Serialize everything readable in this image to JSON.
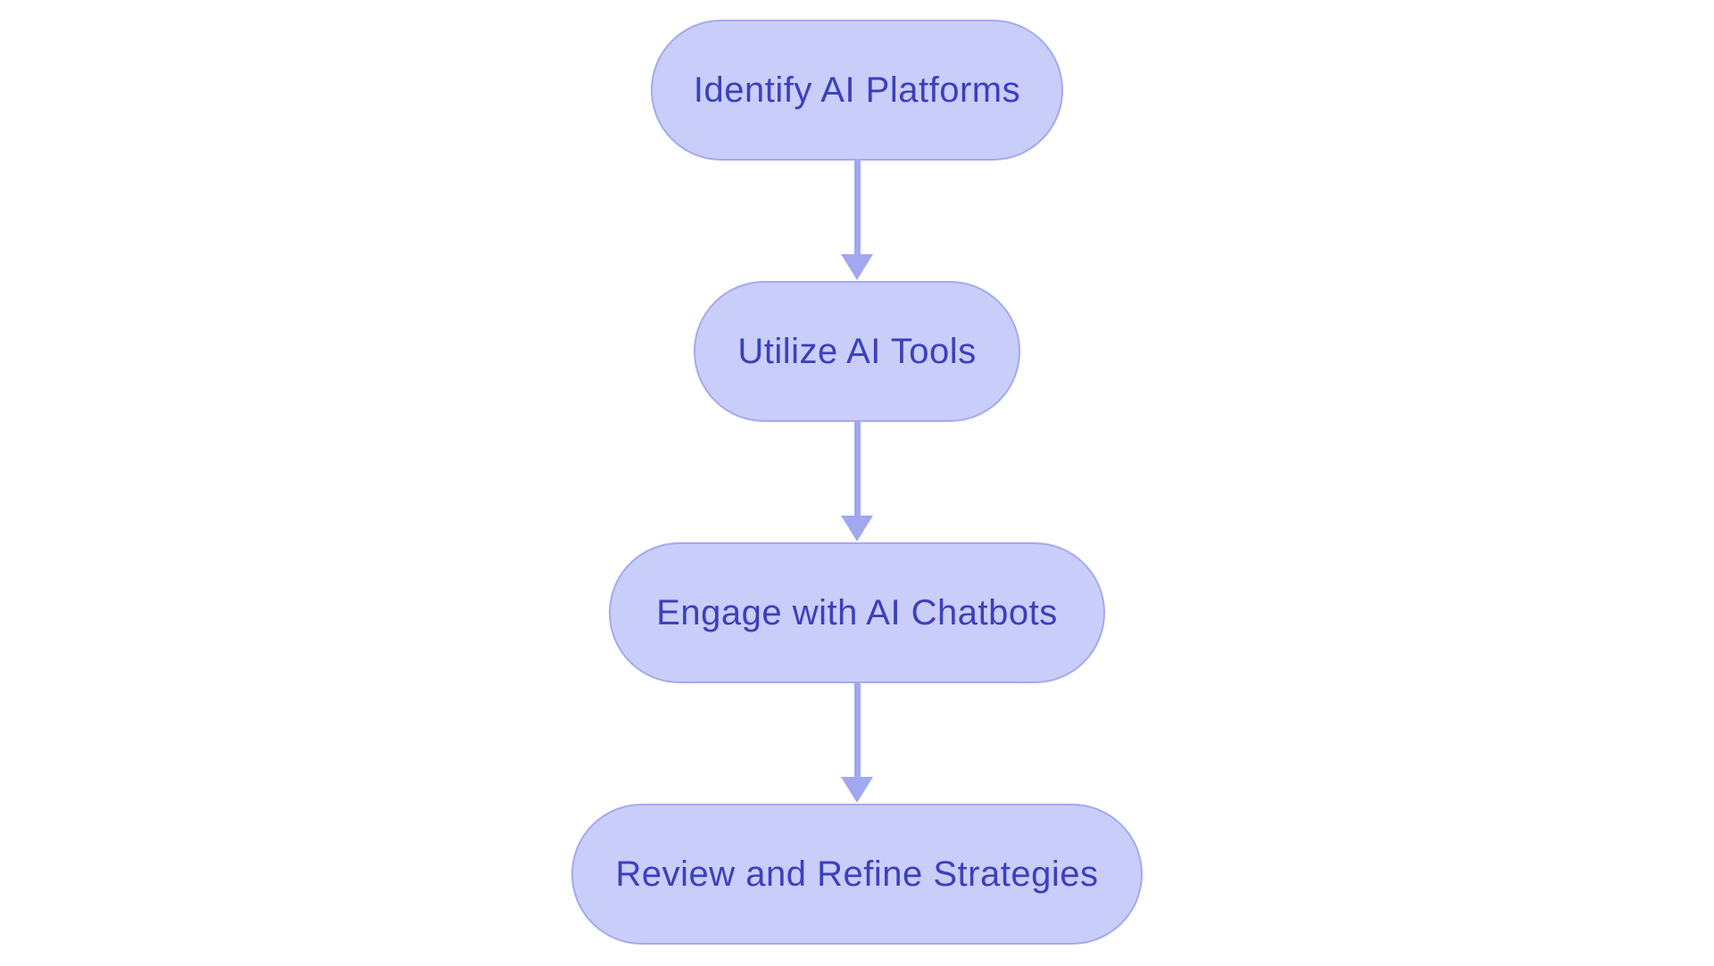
{
  "flowchart": {
    "type": "flowchart",
    "direction": "top-down",
    "nodes": [
      {
        "id": "node-1",
        "label": "Identify AI Platforms"
      },
      {
        "id": "node-2",
        "label": "Utilize AI Tools"
      },
      {
        "id": "node-3",
        "label": "Engage with AI Chatbots"
      },
      {
        "id": "node-4",
        "label": "Review and Refine Strategies"
      }
    ],
    "connectors": [
      {
        "from": "node-1",
        "to": "node-2",
        "style": "arrow-down"
      },
      {
        "from": "node-2",
        "to": "node-3",
        "style": "arrow-down"
      },
      {
        "from": "node-3",
        "to": "node-4",
        "style": "arrow-down"
      }
    ],
    "colors": {
      "background": "#ffffff",
      "node_fill": "#c9cdf9",
      "node_border": "#a3aaef",
      "node_text": "#3c40bb",
      "arrow": "#a1a8f0"
    }
  }
}
